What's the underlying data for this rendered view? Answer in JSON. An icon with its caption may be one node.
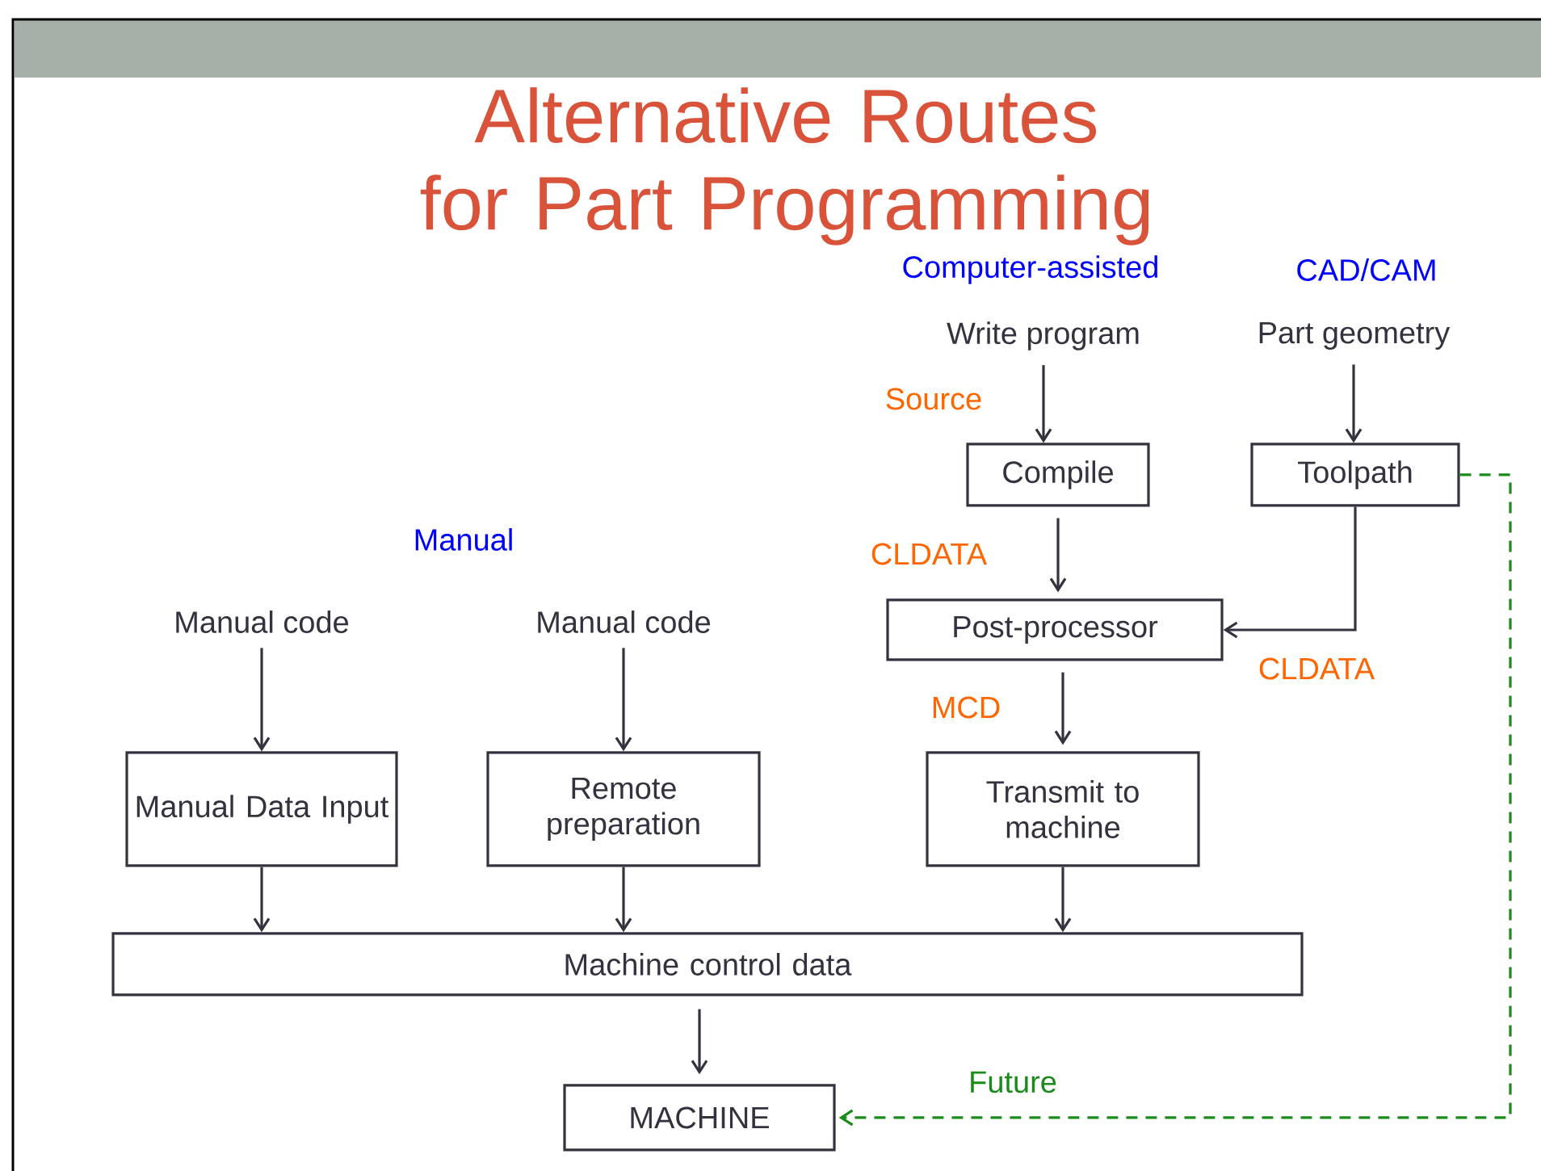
{
  "diagram": {
    "title": "Alternative Routes for Part Programming",
    "nodes": [
      {
        "text": [
          "Manual code"
        ]
      },
      {
        "text": [
          "Manual code"
        ]
      },
      {
        "text": [
          "Write program"
        ]
      },
      {
        "text": [
          "Part geometry"
        ]
      },
      {
        "text": [
          "Compile"
        ]
      },
      {
        "text": [
          "Toolpath"
        ]
      },
      {
        "text": [
          "Post-processor"
        ]
      },
      {
        "text": [
          "Manual Data Input"
        ]
      },
      {
        "text": [
          "Remote preparation"
        ]
      },
      {
        "text": [
          "Transmit to machine"
        ]
      },
      {
        "text": [
          "Machine control data"
        ]
      },
      {
        "text": [
          "MACHINE"
        ]
      }
    ],
    "edges": [
      {
        "from": 0,
        "to": 7,
        "arrow": "to"
      },
      {
        "from": 1,
        "to": 8,
        "arrow": "to"
      },
      {
        "from": 2,
        "to": 4,
        "arrow": "to",
        "label": "Source"
      },
      {
        "from": 3,
        "to": 5,
        "arrow": "to"
      },
      {
        "from": 4,
        "to": 6,
        "arrow": "to",
        "label": "CLDATA"
      },
      {
        "from": 5,
        "to": 6,
        "arrow": "to",
        "label": "CLDATA"
      },
      {
        "from": 6,
        "to": 9,
        "arrow": "to",
        "label": "MCD"
      },
      {
        "from": 7,
        "to": 10,
        "arrow": "to"
      },
      {
        "from": 8,
        "to": 10,
        "arrow": "to"
      },
      {
        "from": 9,
        "to": 10,
        "arrow": "to"
      },
      {
        "from": 10,
        "to": 11,
        "arrow": "to"
      },
      {
        "from": 5,
        "to": 11,
        "arrow": "to",
        "label": "Future",
        "style": "dashed",
        "color": "#1a8a1a"
      }
    ],
    "labels": [
      "Computer-assisted",
      "CAD/CAM",
      "Manual"
    ]
  }
}
